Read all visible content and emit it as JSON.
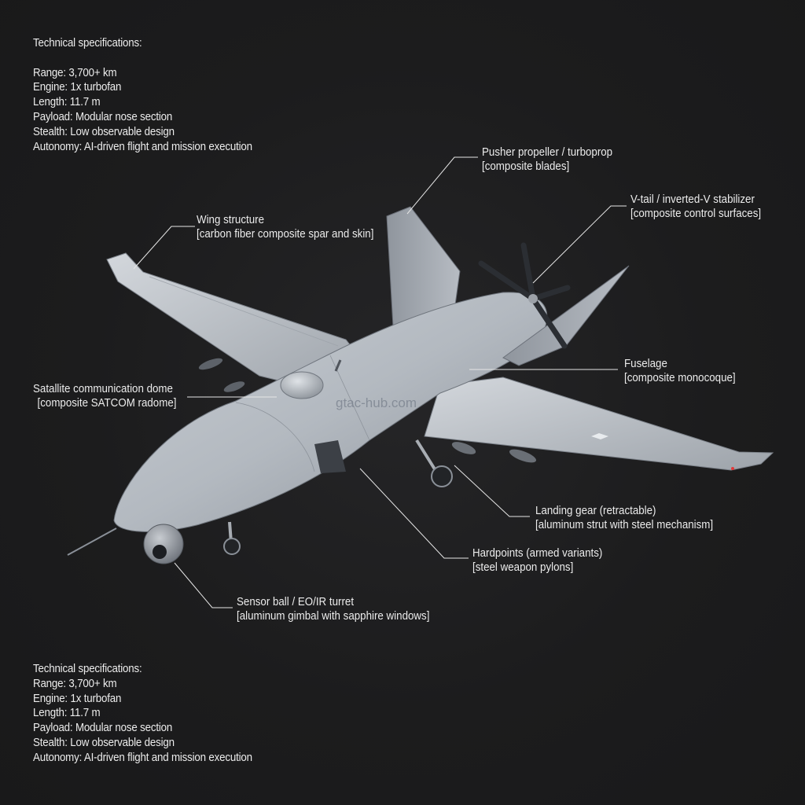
{
  "specs_top": {
    "title": "Technical specifications:",
    "lines": [
      "Range: 3,700+ km",
      "Engine: 1x turbofan",
      "Length: 11.7 m",
      "Payload: Modular nose section",
      "Stealth: Low observable design",
      "Autonomy: AI-driven flight and mission execution"
    ]
  },
  "specs_bottom": {
    "title": "Technical specifications:",
    "lines": [
      "Range: 3,700+ km",
      "Engine: 1x turbofan",
      "Length: 11.7 m",
      "Payload: Modular nose section",
      "Stealth: Low observable design",
      "Autonomy: AI-driven flight and mission execution"
    ]
  },
  "callouts": {
    "propeller": {
      "name": "Pusher propeller / turboprop",
      "material": "[composite blades]"
    },
    "vtail": {
      "name": "V-tail / inverted-V stabilizer",
      "material": "[composite control surfaces]"
    },
    "wing": {
      "name": "Wing structure",
      "material": "[carbon fiber composite spar and skin]"
    },
    "satcom": {
      "name": "Satallite communication dome",
      "material": "[composite SATCOM radome]"
    },
    "fuselage": {
      "name": "Fuselage",
      "material": "[composite monocoque]"
    },
    "landing_gear": {
      "name": "Landing gear (retractable)",
      "material": "[aluminum strut with steel mechanism]"
    },
    "hardpoints": {
      "name": "Hardpoints (armed variants)",
      "material": "[steel weapon pylons]"
    },
    "sensor": {
      "name": "Sensor ball / EO/IR turret",
      "material": "[aluminum gimbal with sapphire windows]"
    }
  },
  "watermark": "gtac-hub.com",
  "colors": {
    "background": "#1b1b1c",
    "text": "#ececec",
    "leader_line": "#e6e6e6",
    "airframe": "#b9bec4"
  }
}
